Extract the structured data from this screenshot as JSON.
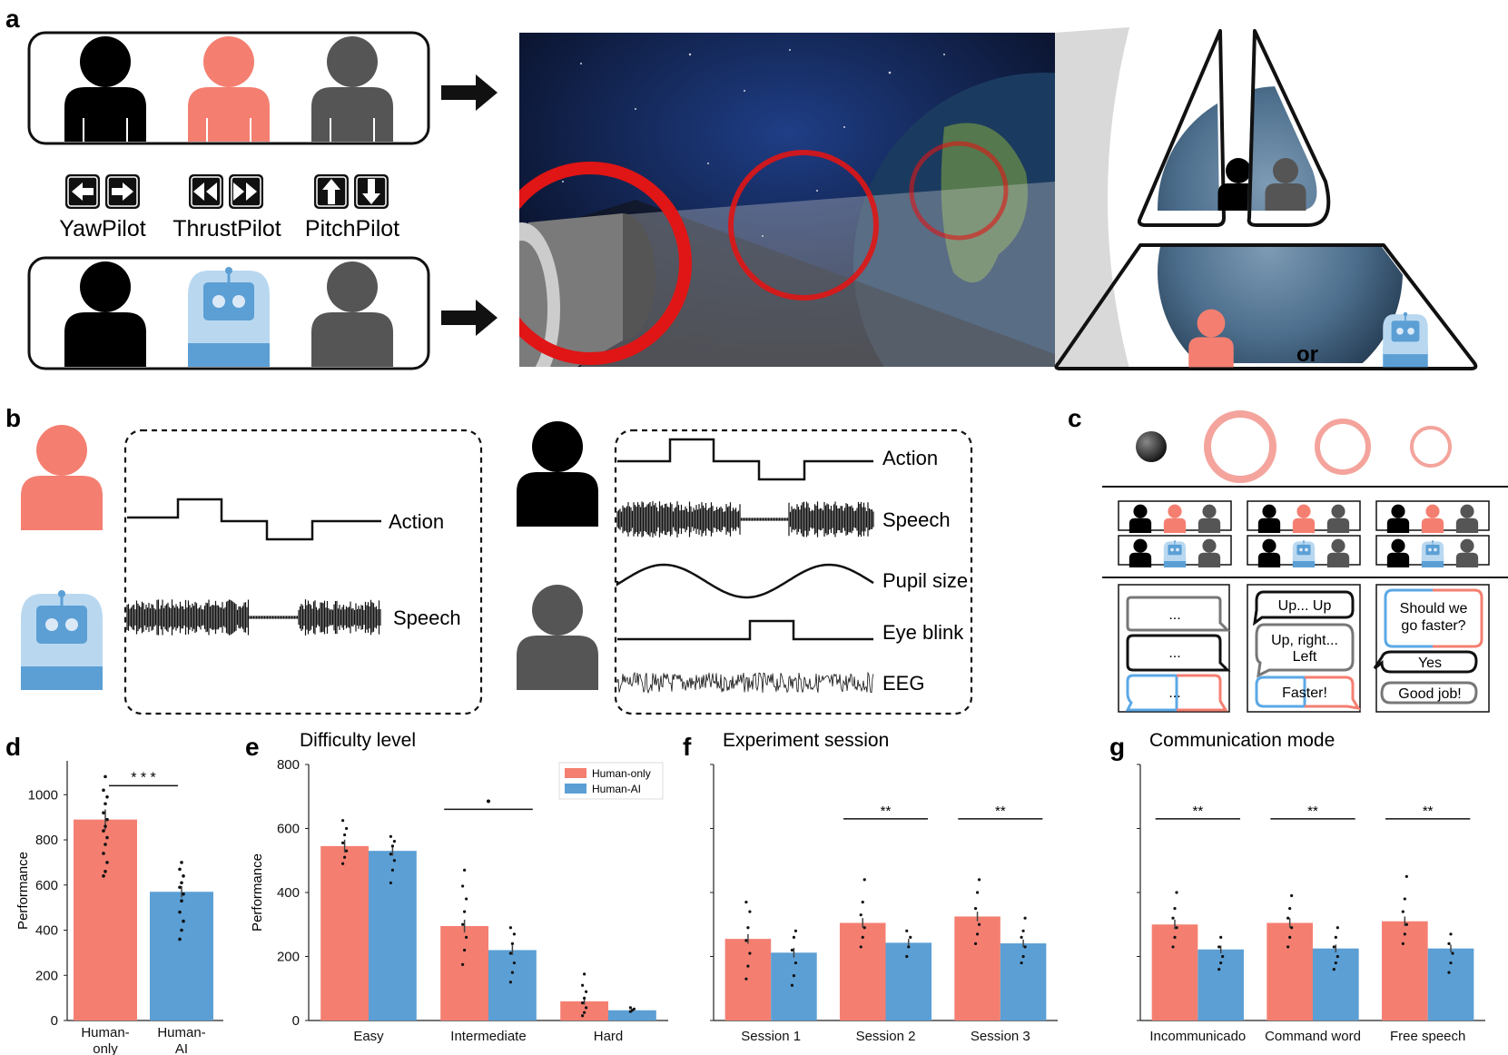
{
  "panel_labels": {
    "a": "a",
    "b": "b",
    "c": "c",
    "d": "d",
    "e": "e",
    "f": "f",
    "g": "g"
  },
  "roles": {
    "yaw": "YawPilot",
    "thrust": "ThrustPilot",
    "pitch": "PitchPilot"
  },
  "or_text": "or",
  "signals_b": {
    "action": "Action",
    "speech": "Speech",
    "pupil": "Pupil size",
    "blink": "Eye blink",
    "eeg": "EEG"
  },
  "bubbles_c": {
    "dots": "...",
    "up_up": "Up... Up",
    "up_right_left": [
      "Up, right...",
      "Left"
    ],
    "faster": "Faster!",
    "should": [
      "Should we",
      "go faster?"
    ],
    "yes": "Yes",
    "good_job": "Good job!"
  },
  "colors": {
    "human_only": "#f47f71",
    "human_ai": "#5b9fd5",
    "human_black": "#000000",
    "human_gray": "#555555"
  },
  "chart_data": [
    {
      "panel": "d",
      "type": "bar",
      "categories": [
        [
          "Human-",
          "only"
        ],
        [
          "Human-",
          "AI"
        ]
      ],
      "values": [
        890,
        570
      ],
      "errors": [
        45,
        25
      ],
      "ylabel": "Performance",
      "ylim": [
        0,
        1150
      ],
      "yticks": [
        0,
        200,
        400,
        600,
        800,
        1000
      ],
      "significance": [
        {
          "pair": [
            0,
            1
          ],
          "label": "* * *"
        }
      ],
      "points": [
        [
          640,
          660,
          700,
          740,
          780,
          810,
          840,
          860,
          890,
          920,
          960,
          990,
          1020,
          1080
        ],
        [
          360,
          400,
          440,
          480,
          530,
          560,
          590,
          610,
          640,
          670,
          700
        ]
      ]
    },
    {
      "panel": "e",
      "type": "bar",
      "title": "Difficulty level",
      "categories": [
        "Easy",
        "Intermediate",
        "Hard"
      ],
      "series": [
        {
          "name": "Human-only",
          "values": [
            545,
            295,
            60
          ],
          "errors": [
            20,
            20,
            10
          ]
        },
        {
          "name": "Human-AI",
          "values": [
            530,
            220,
            32
          ],
          "errors": [
            15,
            15,
            4
          ]
        }
      ],
      "ylabel": "Performance",
      "ylim": [
        0,
        800
      ],
      "yticks": [
        0,
        200,
        400,
        600,
        800
      ],
      "significance": [
        {
          "group": 1,
          "label": "•"
        }
      ],
      "points": {
        "Human-only": [
          [
            490,
            510,
            530,
            555,
            580,
            600,
            625
          ],
          [
            175,
            220,
            260,
            300,
            340,
            380,
            420,
            470
          ],
          [
            15,
            25,
            40,
            55,
            70,
            90,
            110,
            145
          ]
        ],
        "Human-AI": [
          [
            430,
            470,
            500,
            520,
            545,
            560,
            575
          ],
          [
            120,
            150,
            180,
            210,
            240,
            270,
            290
          ],
          [
            28,
            32,
            36,
            40
          ]
        ]
      }
    },
    {
      "panel": "f",
      "type": "bar",
      "title": "Experiment session",
      "categories": [
        "Session 1",
        "Session 2",
        "Session 3"
      ],
      "series": [
        {
          "name": "Human-only",
          "values": [
            255,
            305,
            325
          ],
          "errors": [
            15,
            15,
            15
          ]
        },
        {
          "name": "Human-AI",
          "values": [
            212,
            243,
            241
          ],
          "errors": [
            15,
            12,
            12
          ]
        }
      ],
      "ylim": [
        0,
        800
      ],
      "significance": [
        {
          "group": 1,
          "label": "**"
        },
        {
          "group": 2,
          "label": "**"
        }
      ],
      "points": {
        "Human-only": [
          [
            130,
            170,
            210,
            250,
            290,
            340,
            370
          ],
          [
            230,
            260,
            290,
            330,
            370,
            440
          ],
          [
            240,
            270,
            300,
            350,
            400,
            440
          ]
        ],
        "Human-AI": [
          [
            110,
            140,
            180,
            220,
            260,
            280
          ],
          [
            200,
            230,
            260,
            280
          ],
          [
            180,
            200,
            230,
            260,
            280,
            320
          ]
        ]
      }
    },
    {
      "panel": "g",
      "type": "bar",
      "title": "Communication mode",
      "categories": [
        "Incommunicado",
        "Command word",
        "Free speech"
      ],
      "series": [
        {
          "name": "Human-only",
          "values": [
            300,
            305,
            310
          ],
          "errors": [
            15,
            15,
            15
          ]
        },
        {
          "name": "Human-AI",
          "values": [
            222,
            225,
            225
          ],
          "errors": [
            12,
            12,
            12
          ]
        }
      ],
      "ylim": [
        0,
        800
      ],
      "significance": [
        {
          "group": 0,
          "label": "**"
        },
        {
          "group": 1,
          "label": "**"
        },
        {
          "group": 2,
          "label": "**"
        }
      ],
      "points": {
        "Human-only": [
          [
            230,
            260,
            290,
            320,
            350,
            400
          ],
          [
            230,
            260,
            290,
            320,
            350,
            390
          ],
          [
            240,
            270,
            300,
            340,
            380,
            450
          ]
        ],
        "Human-AI": [
          [
            160,
            180,
            200,
            230,
            260
          ],
          [
            160,
            180,
            200,
            230,
            260,
            290
          ],
          [
            150,
            180,
            210,
            240,
            270
          ]
        ]
      }
    }
  ]
}
